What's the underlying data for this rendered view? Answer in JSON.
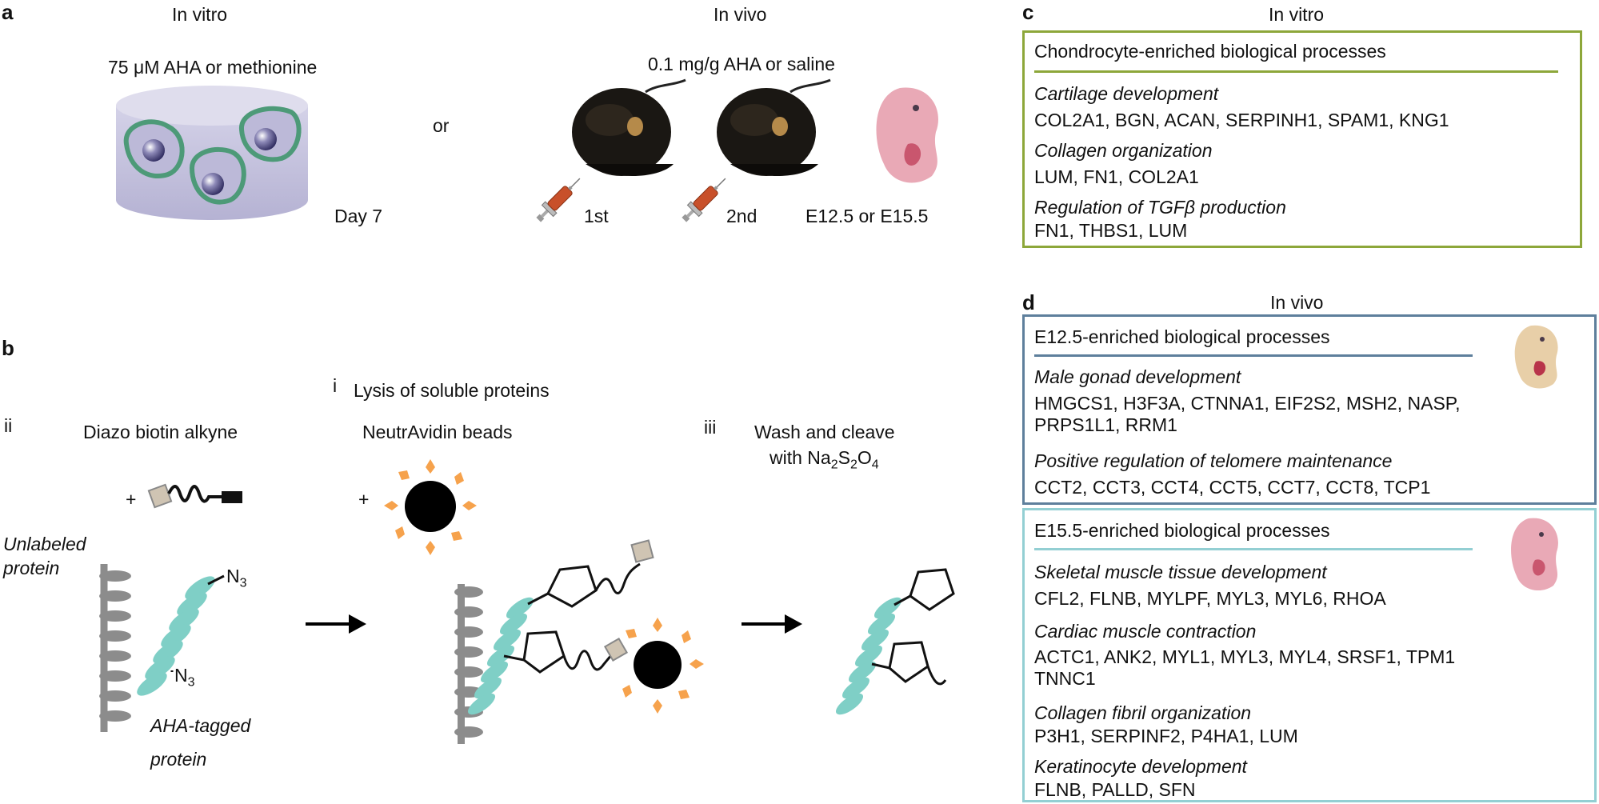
{
  "colors": {
    "green_box": "#8da73a",
    "blue_box": "#5e7f9c",
    "teal_box": "#93cfd3",
    "helix_teal": "#7fcfc6",
    "helix_gray": "#8c8c8c",
    "bead_orange": "#f6a24c",
    "tag_gray": "#cfc4b3"
  },
  "panel_a": {
    "label": "a",
    "in_vitro_title": "In vitro",
    "in_vivo_title": "In vivo",
    "in_vitro_condition": "75 μM AHA or methionine",
    "or_text": "or",
    "day_text": "Day 7",
    "in_vivo_condition": "0.1 mg/g AHA or saline",
    "first_label": "1st",
    "second_label": "2nd",
    "embryo_label": "E12.5 or E15.5"
  },
  "panel_b": {
    "label": "b",
    "step_i_num": "i",
    "step_i_text": "Lysis of soluble proteins",
    "step_ii_num": "ii",
    "step_ii_text": "Diazo biotin alkyne",
    "step_iii_num": "iii",
    "step_iii_line1": "Wash and cleave",
    "step_iii_line2_prefix": "with Na",
    "step_iii_sub1": "2",
    "step_iii_mid": "S",
    "step_iii_sub2": "2",
    "step_iii_o": "O",
    "step_iii_sub3": "4",
    "neutravidin": "NeutrAvidin beads",
    "plus": "+",
    "unlabeled_line1": "Unlabeled",
    "unlabeled_line2": "protein",
    "aha_line1": "AHA-tagged",
    "aha_line2": "protein",
    "n3": "N",
    "n3_sub": "3"
  },
  "panel_c": {
    "label": "c",
    "title": "In vitro",
    "box_header": "Chondrocyte-enriched biological processes",
    "groups": [
      {
        "term": "Cartilage development",
        "genes": "COL2A1, BGN, ACAN, SERPINH1, SPAM1, KNG1"
      },
      {
        "term": "Collagen organization",
        "genes": "LUM, FN1, COL2A1"
      },
      {
        "term_prefix": "Regulation of TGF",
        "term_greek": "β",
        "term_suffix": " production",
        "genes": "FN1, THBS1, LUM"
      }
    ]
  },
  "panel_d": {
    "label": "d",
    "title": "In vivo",
    "e12_header": "E12.5-enriched biological processes",
    "e12_groups": [
      {
        "term": "Male gonad development",
        "genes1": "HMGCS1, H3F3A, CTNNA1, EIF2S2, MSH2, NASP,",
        "genes2": "PRPS1L1, RRM1"
      },
      {
        "term": "Positive regulation of telomere maintenance",
        "genes1": "CCT2, CCT3, CCT4, CCT5, CCT7, CCT8, TCP1"
      }
    ],
    "e15_header": "E15.5-enriched biological processes",
    "e15_groups": [
      {
        "term": "Skeletal muscle tissue development",
        "genes1": "CFL2, FLNB, MYLPF, MYL3, MYL6, RHOA"
      },
      {
        "term": "Cardiac muscle contraction",
        "genes1": "ACTC1, ANK2, MYL1, MYL3, MYL4, SRSF1, TPM1",
        "genes2": "TNNC1"
      },
      {
        "term": "Collagen fibril organization",
        "genes1": "P3H1, SERPINF2, P4HA1, LUM"
      },
      {
        "term": "Keratinocyte development",
        "genes1": "FLNB, PALLD, SFN"
      }
    ]
  }
}
